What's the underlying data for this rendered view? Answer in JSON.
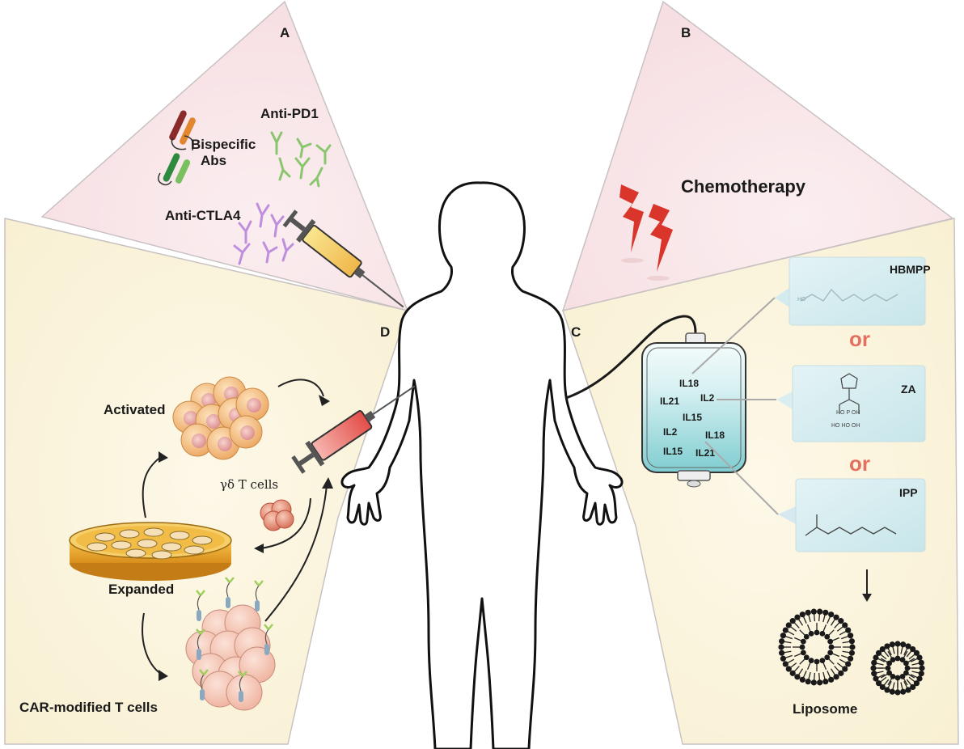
{
  "panels": {
    "a": {
      "letter": "A",
      "labels": {
        "bispecific_line1": "Bispecific",
        "bispecific_line2": "Abs",
        "anti_pd1": "Anti-PD1",
        "anti_ctla4": "Anti-CTLA4"
      }
    },
    "b": {
      "letter": "B",
      "labels": {
        "chemotherapy": "Chemotherapy"
      }
    },
    "c": {
      "letter": "C",
      "bag_labels": [
        "IL18",
        "IL21",
        "IL2",
        "IL15",
        "IL2",
        "IL18",
        "IL15",
        "IL21"
      ],
      "compounds": [
        "HBMPP",
        "ZA",
        "IPP"
      ],
      "or_label": "or",
      "liposome": "Liposome"
    },
    "d": {
      "letter": "D",
      "labels": {
        "activated": "Activated",
        "gamma_delta": "γδ T cells",
        "expanded": "Expanded",
        "car_modified": "CAR-modified T cells"
      }
    }
  },
  "colors": {
    "pink_panel": "#f8e3e6",
    "cream_panel": "#fbf4dc",
    "cell_orange": "#f2b470",
    "cell_pink": "#f3c2b0",
    "lightning_red": "#d9352a",
    "compound_box": "#d3ebef",
    "or_color": "#e5705f",
    "bag_fluid": "#8fd3d6"
  },
  "icons": [
    "syringe-icon",
    "antibody-icon",
    "lightning-icon",
    "iv-bag-icon",
    "petri-dish-icon",
    "liposome-icon",
    "body-silhouette"
  ]
}
